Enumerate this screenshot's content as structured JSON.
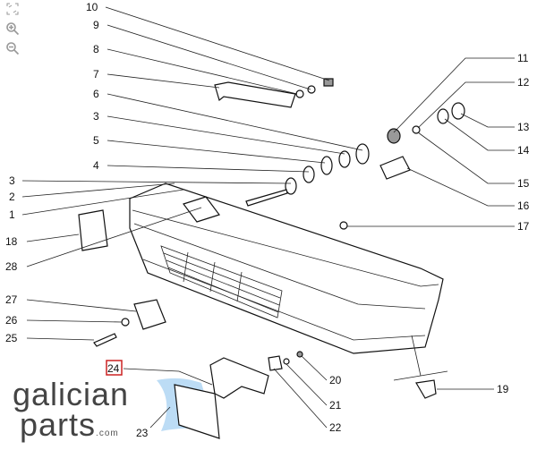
{
  "toolbar": {
    "icons": [
      "fit-screen-icon",
      "zoom-in-icon",
      "zoom-out-icon"
    ]
  },
  "diagram": {
    "highlight_color": "#cc2222",
    "callouts": [
      {
        "id": "10"
      },
      {
        "id": "9"
      },
      {
        "id": "8"
      },
      {
        "id": "7"
      },
      {
        "id": "6"
      },
      {
        "id": "3"
      },
      {
        "id": "5"
      },
      {
        "id": "4"
      },
      {
        "id": "3"
      },
      {
        "id": "2"
      },
      {
        "id": "1"
      },
      {
        "id": "18"
      },
      {
        "id": "28"
      },
      {
        "id": "27"
      },
      {
        "id": "26"
      },
      {
        "id": "25"
      },
      {
        "id": "24",
        "highlighted": true
      },
      {
        "id": "23"
      },
      {
        "id": "11"
      },
      {
        "id": "12"
      },
      {
        "id": "13"
      },
      {
        "id": "14"
      },
      {
        "id": "15"
      },
      {
        "id": "16"
      },
      {
        "id": "17"
      },
      {
        "id": "19"
      },
      {
        "id": "20"
      },
      {
        "id": "21"
      },
      {
        "id": "22"
      }
    ]
  },
  "watermark": {
    "line1": "galician",
    "line2": "parts",
    "suffix": ".com"
  }
}
